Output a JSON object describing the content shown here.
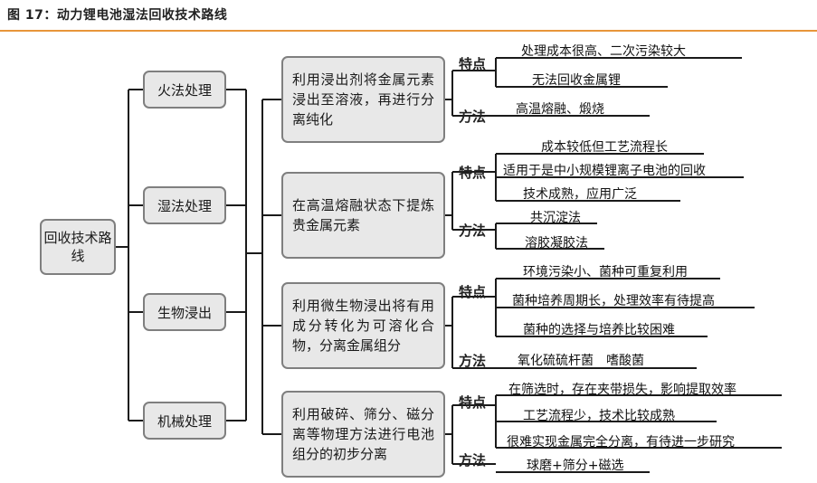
{
  "title": "图 17：动力锂电池湿法回收技术路线",
  "root": "回收技术路线",
  "categories": [
    "火法处理",
    "湿法处理",
    "生物浸出",
    "机械处理"
  ],
  "descriptions": [
    "利用浸出剂将金属元素浸出至溶液，再进行分离纯化",
    "在高温熔融状态下提炼贵金属元素",
    "利用微生物浸出将有用成分转化为可溶化合物，分离金属组分",
    "利用破碎、筛分、磁分离等物理方法进行电池组分的初步分离"
  ],
  "feature_label": "特点",
  "method_label": "方法",
  "groups": [
    {
      "features": [
        "处理成本很高、二次污染较大",
        "无法回收金属锂"
      ],
      "methods": [
        "高温熔融、煅烧"
      ]
    },
    {
      "features": [
        "成本较低但工艺流程长",
        "适用于是中小规模锂离子电池的回收",
        "技术成熟，应用广泛"
      ],
      "methods": [
        "共沉淀法",
        "溶胶凝胶法"
      ]
    },
    {
      "features": [
        "环境污染小、菌种可重复利用",
        "菌种培养周期长，处理效率有待提高",
        "菌种的选择与培养比较困难"
      ],
      "methods": [
        "氧化硫硫杆菌　嗜酸菌"
      ]
    },
    {
      "features": [
        "在筛选时，存在夹带损失，影响提取效率",
        "工艺流程少，技术比较成熟",
        "很难实现金属完全分离，有待进一步研究"
      ],
      "methods": [
        "球磨+筛分+磁选"
      ]
    }
  ]
}
